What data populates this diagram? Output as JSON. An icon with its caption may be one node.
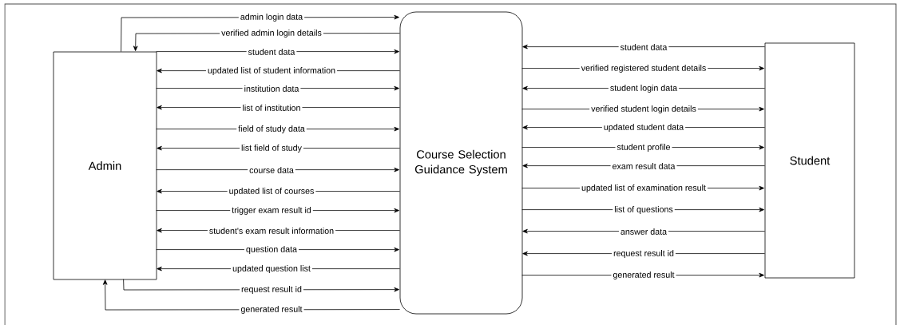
{
  "diagram": {
    "nodes": [
      {
        "text": [
          "Admin"
        ]
      },
      {
        "text": [
          "Course Selection Guidance System"
        ]
      },
      {
        "text": [
          "Student"
        ]
      }
    ],
    "edges": [
      {
        "from": 0,
        "to": 1,
        "arrow": "to",
        "label": "admin login data"
      },
      {
        "from": 1,
        "to": 0,
        "arrow": "to",
        "label": "verified admin login details"
      },
      {
        "from": 0,
        "to": 1,
        "arrow": "to",
        "label": "student data"
      },
      {
        "from": 1,
        "to": 0,
        "arrow": "to",
        "label": "updated list of student information"
      },
      {
        "from": 0,
        "to": 1,
        "arrow": "to",
        "label": "institution data"
      },
      {
        "from": 1,
        "to": 0,
        "arrow": "to",
        "label": "list of institution"
      },
      {
        "from": 0,
        "to": 1,
        "arrow": "to",
        "label": "field of study data"
      },
      {
        "from": 1,
        "to": 0,
        "arrow": "to",
        "label": "list field of study"
      },
      {
        "from": 0,
        "to": 1,
        "arrow": "to",
        "label": "course data"
      },
      {
        "from": 1,
        "to": 0,
        "arrow": "to",
        "label": "updated list of courses"
      },
      {
        "from": 0,
        "to": 1,
        "arrow": "to",
        "label": "trigger exam result id"
      },
      {
        "from": 1,
        "to": 0,
        "arrow": "to",
        "label": "student's exam result information"
      },
      {
        "from": 0,
        "to": 1,
        "arrow": "to",
        "label": "question data"
      },
      {
        "from": 1,
        "to": 0,
        "arrow": "to",
        "label": "updated question list"
      },
      {
        "from": 0,
        "to": 1,
        "arrow": "to",
        "label": "request result id"
      },
      {
        "from": 1,
        "to": 0,
        "arrow": "to",
        "label": "generated result"
      },
      {
        "from": 2,
        "to": 1,
        "arrow": "to",
        "label": "student data"
      },
      {
        "from": 1,
        "to": 2,
        "arrow": "to",
        "label": "verified registered student details"
      },
      {
        "from": 2,
        "to": 1,
        "arrow": "to",
        "label": "student login data"
      },
      {
        "from": 1,
        "to": 2,
        "arrow": "to",
        "label": "verified student login details"
      },
      {
        "from": 2,
        "to": 1,
        "arrow": "to",
        "label": "updated student data"
      },
      {
        "from": 1,
        "to": 2,
        "arrow": "to",
        "label": "student profile"
      },
      {
        "from": 2,
        "to": 1,
        "arrow": "to",
        "label": "exam result data"
      },
      {
        "from": 1,
        "to": 2,
        "arrow": "to",
        "label": "updated list of examination result"
      },
      {
        "from": 1,
        "to": 2,
        "arrow": "to",
        "label": "list of questions"
      },
      {
        "from": 2,
        "to": 1,
        "arrow": "to",
        "label": "answer data"
      },
      {
        "from": 2,
        "to": 1,
        "arrow": "to",
        "label": "request result id"
      },
      {
        "from": 1,
        "to": 2,
        "arrow": "to",
        "label": "generated result"
      }
    ]
  }
}
